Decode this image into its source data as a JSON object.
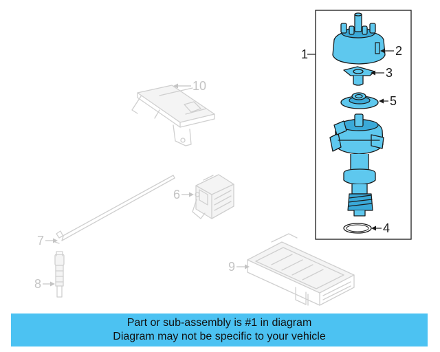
{
  "callouts": {
    "c1": "1",
    "c2": "2",
    "c3": "3",
    "c4": "4",
    "c5": "5",
    "c6": "6",
    "c7": "7",
    "c8": "8",
    "c9": "9",
    "c10": "10"
  },
  "banner": {
    "line1": "Part or sub-assembly is #1 in diagram",
    "line2": "Diagram may not be specific to your vehicle"
  },
  "colors": {
    "highlight": "#5ec8ee",
    "banner": "#4cc2f2",
    "ghost": "#cfcfcf"
  }
}
